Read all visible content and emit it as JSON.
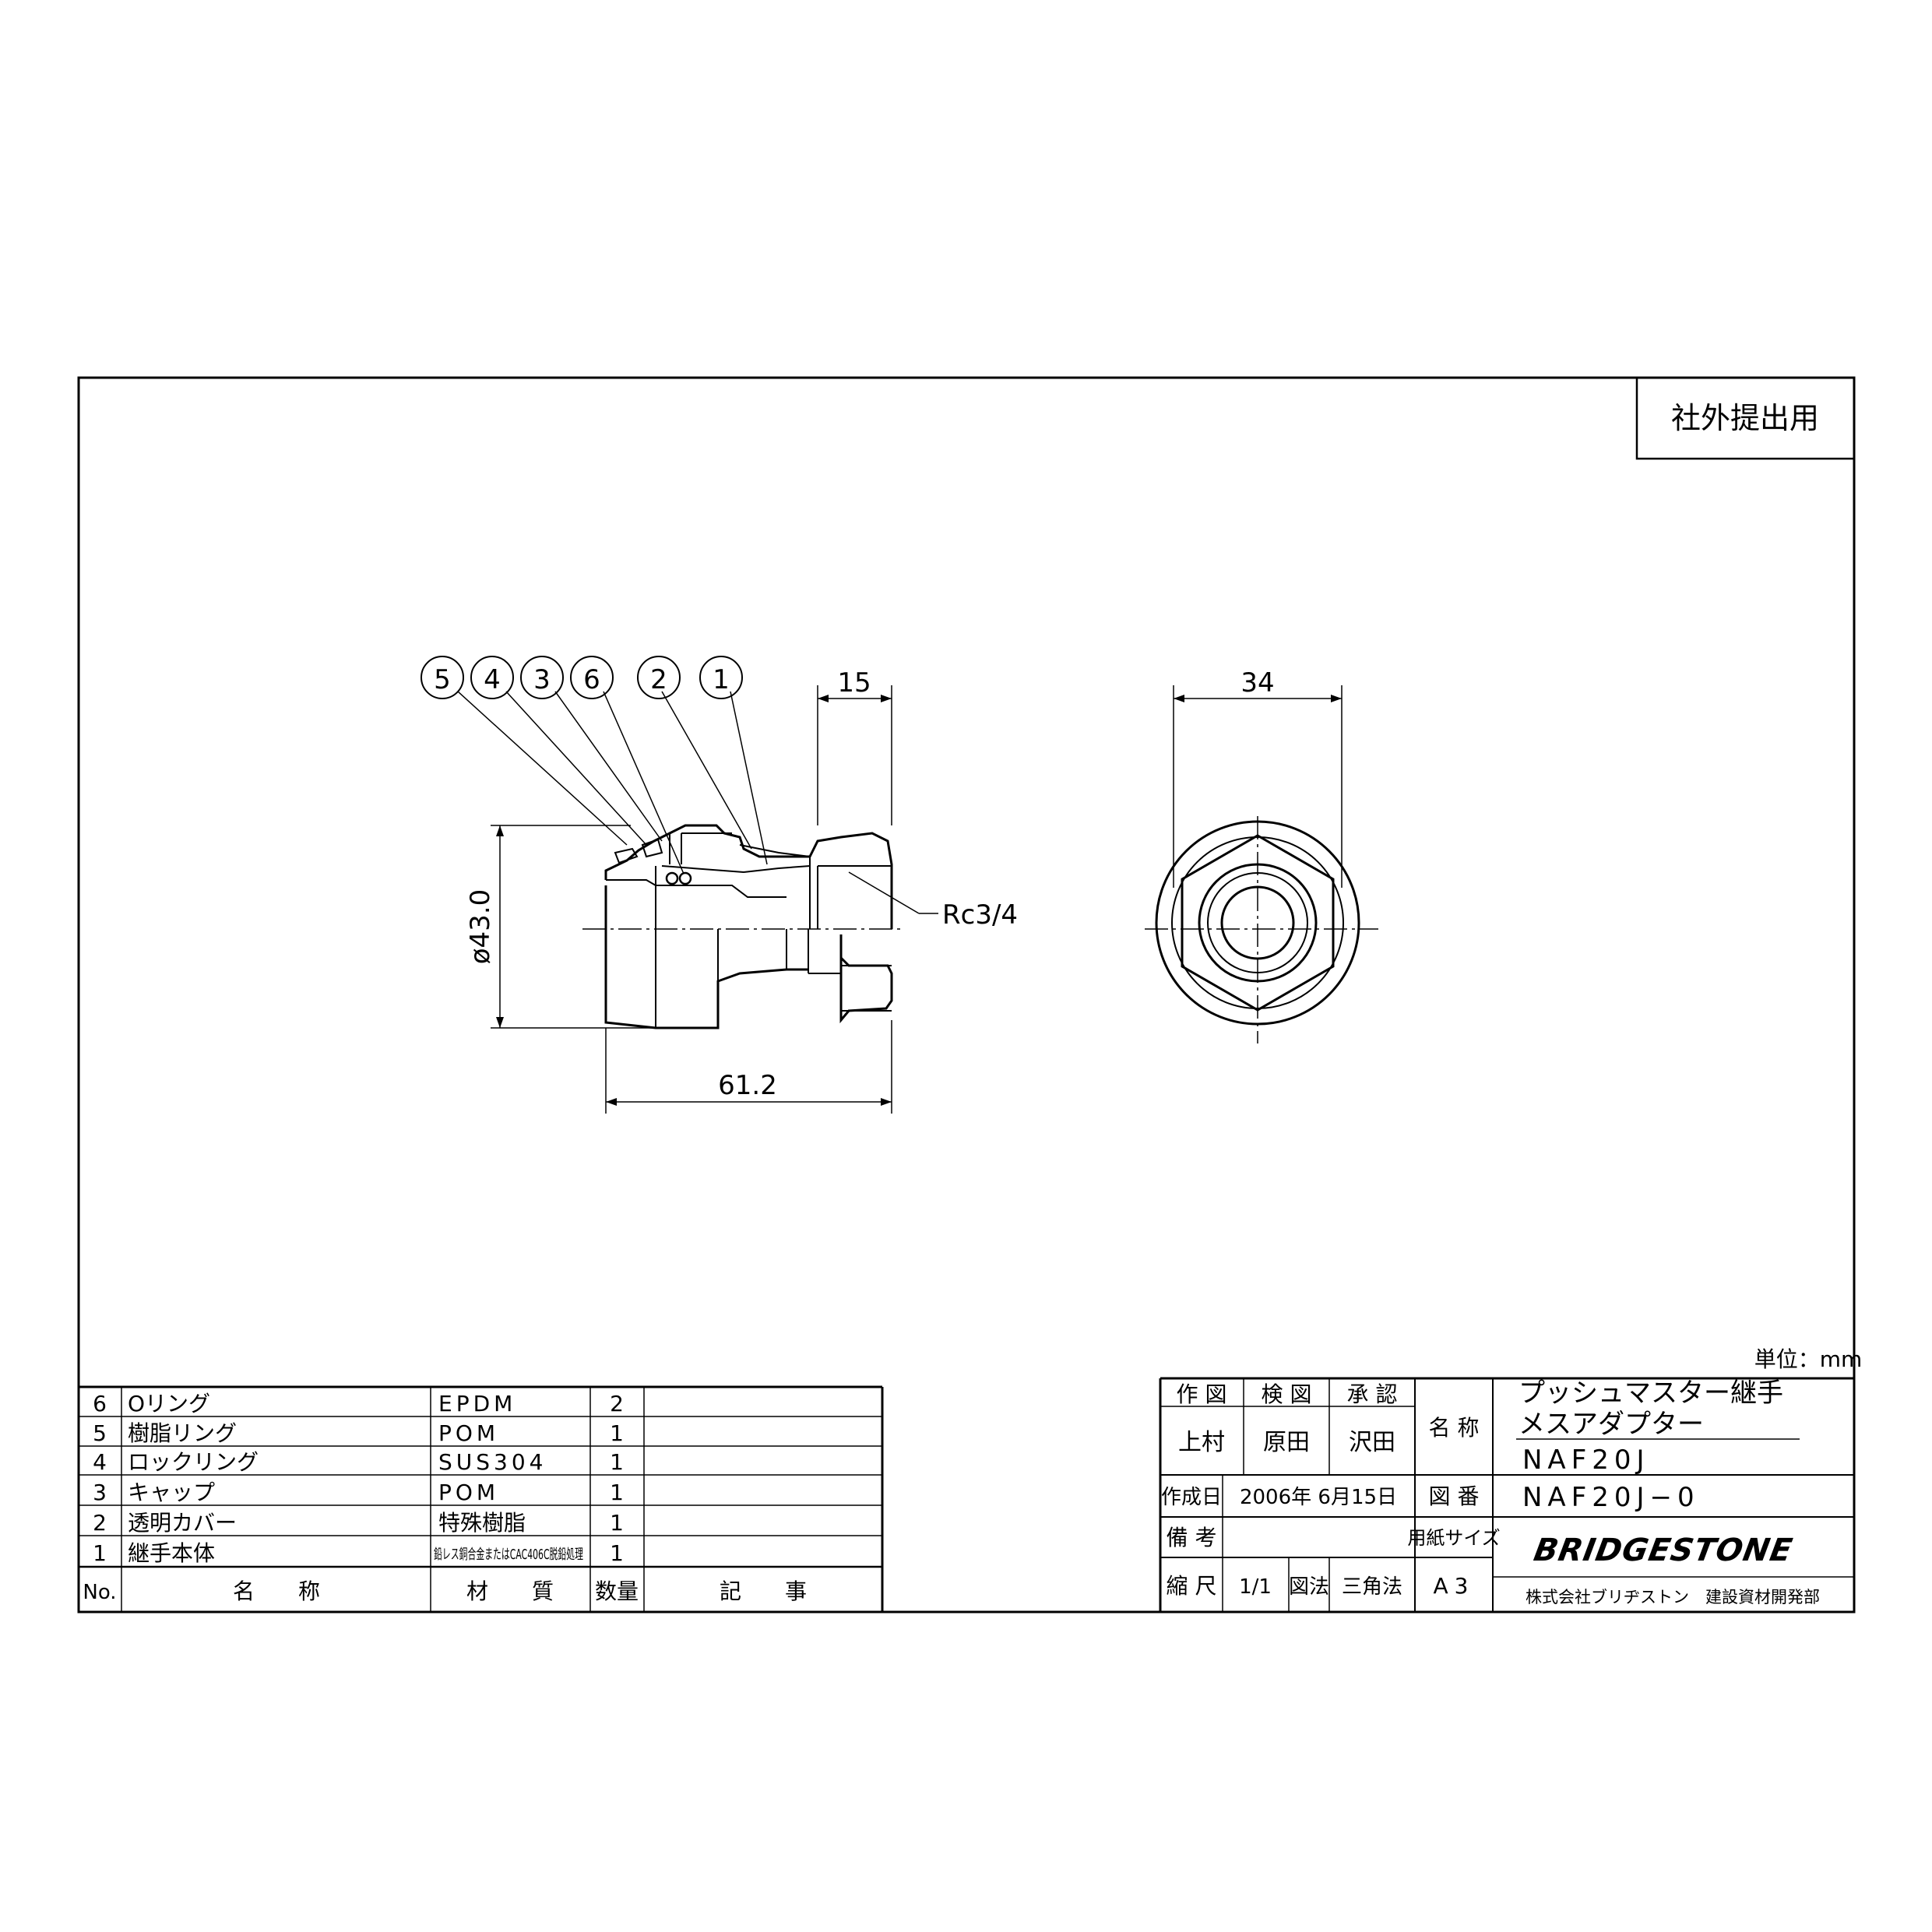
{
  "stamp": "社外提出用",
  "unit_label": "単位：mm",
  "balloons": [
    "5",
    "4",
    "3",
    "6",
    "2",
    "1"
  ],
  "dims": {
    "len_15": "15",
    "len_34": "34",
    "dia_43": "ø43.0",
    "len_612": "61.2",
    "thread": "Rc3/4"
  },
  "parts_table": {
    "header": {
      "no": "No.",
      "name": "名　　称",
      "material": "材　　質",
      "qty": "数量",
      "note": "記　　事"
    },
    "rows": [
      {
        "no": "6",
        "name": "Oリング",
        "material": "EPDM",
        "qty": "2",
        "note": ""
      },
      {
        "no": "5",
        "name": "樹脂リング",
        "material": "POM",
        "qty": "1",
        "note": ""
      },
      {
        "no": "4",
        "name": "ロックリング",
        "material": "SUS304",
        "qty": "1",
        "note": ""
      },
      {
        "no": "3",
        "name": "キャップ",
        "material": "POM",
        "qty": "1",
        "note": ""
      },
      {
        "no": "2",
        "name": "透明カバー",
        "material": "特殊樹脂",
        "qty": "1",
        "note": ""
      },
      {
        "no": "1",
        "name": "継手本体",
        "material": "鉛レス銅合金またはCAC406C脱鉛処理",
        "qty": "1",
        "note": ""
      }
    ]
  },
  "title_block": {
    "drawn_label": "作 図",
    "checked_label": "検 図",
    "approved_label": "承 認",
    "drawn_by": "上村",
    "checked_by": "原田",
    "approved_by": "沢田",
    "name_label": "名 称",
    "product_name_1": "プッシュマスター継手",
    "product_name_2": "メスアダプター",
    "product_code": "NAF20J",
    "date_label": "作成日",
    "date_value": "2006年 6月15日",
    "drawing_no_label": "図 番",
    "drawing_no": "NAF20J−0",
    "remarks_label": "備 考",
    "remarks_value": "",
    "paper_label": "用紙サイズ",
    "paper_value": "A3",
    "scale_label": "縮 尺",
    "scale_value": "1/1",
    "method_label": "図法",
    "method_value": "三角法",
    "logo": "BRIDGESTONE",
    "company": "株式会社ブリヂストン　建設資材開発部"
  }
}
